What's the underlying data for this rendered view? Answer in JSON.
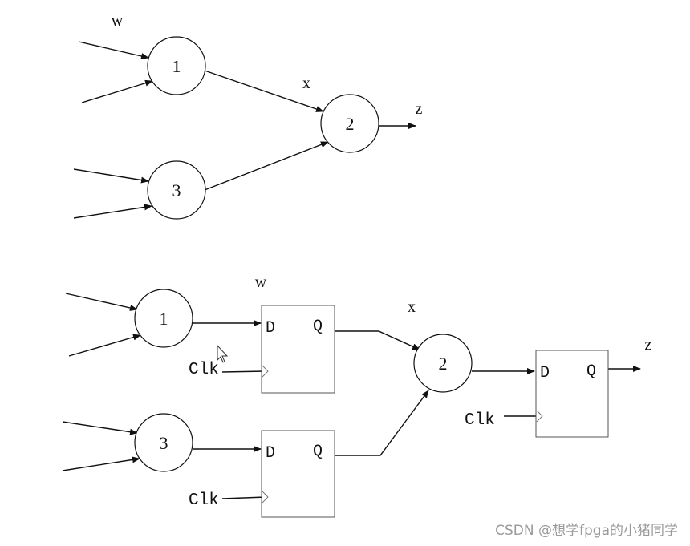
{
  "top_diagram": {
    "node_1": "1",
    "node_2": "2",
    "node_3": "3",
    "signal_w": "w",
    "signal_x": "x",
    "signal_z": "z"
  },
  "bottom_diagram": {
    "node_1": "1",
    "node_2": "2",
    "node_3": "3",
    "signal_w": "w",
    "signal_x": "x",
    "signal_z": "z",
    "ff_top": {
      "d": "D",
      "q": "Q",
      "clk": "Clk"
    },
    "ff_bottom": {
      "d": "D",
      "q": "Q",
      "clk": "Clk"
    },
    "ff_output": {
      "d": "D",
      "q": "Q",
      "clk": "Clk"
    }
  },
  "watermark": "CSDN @想学fpga的小猪同学"
}
